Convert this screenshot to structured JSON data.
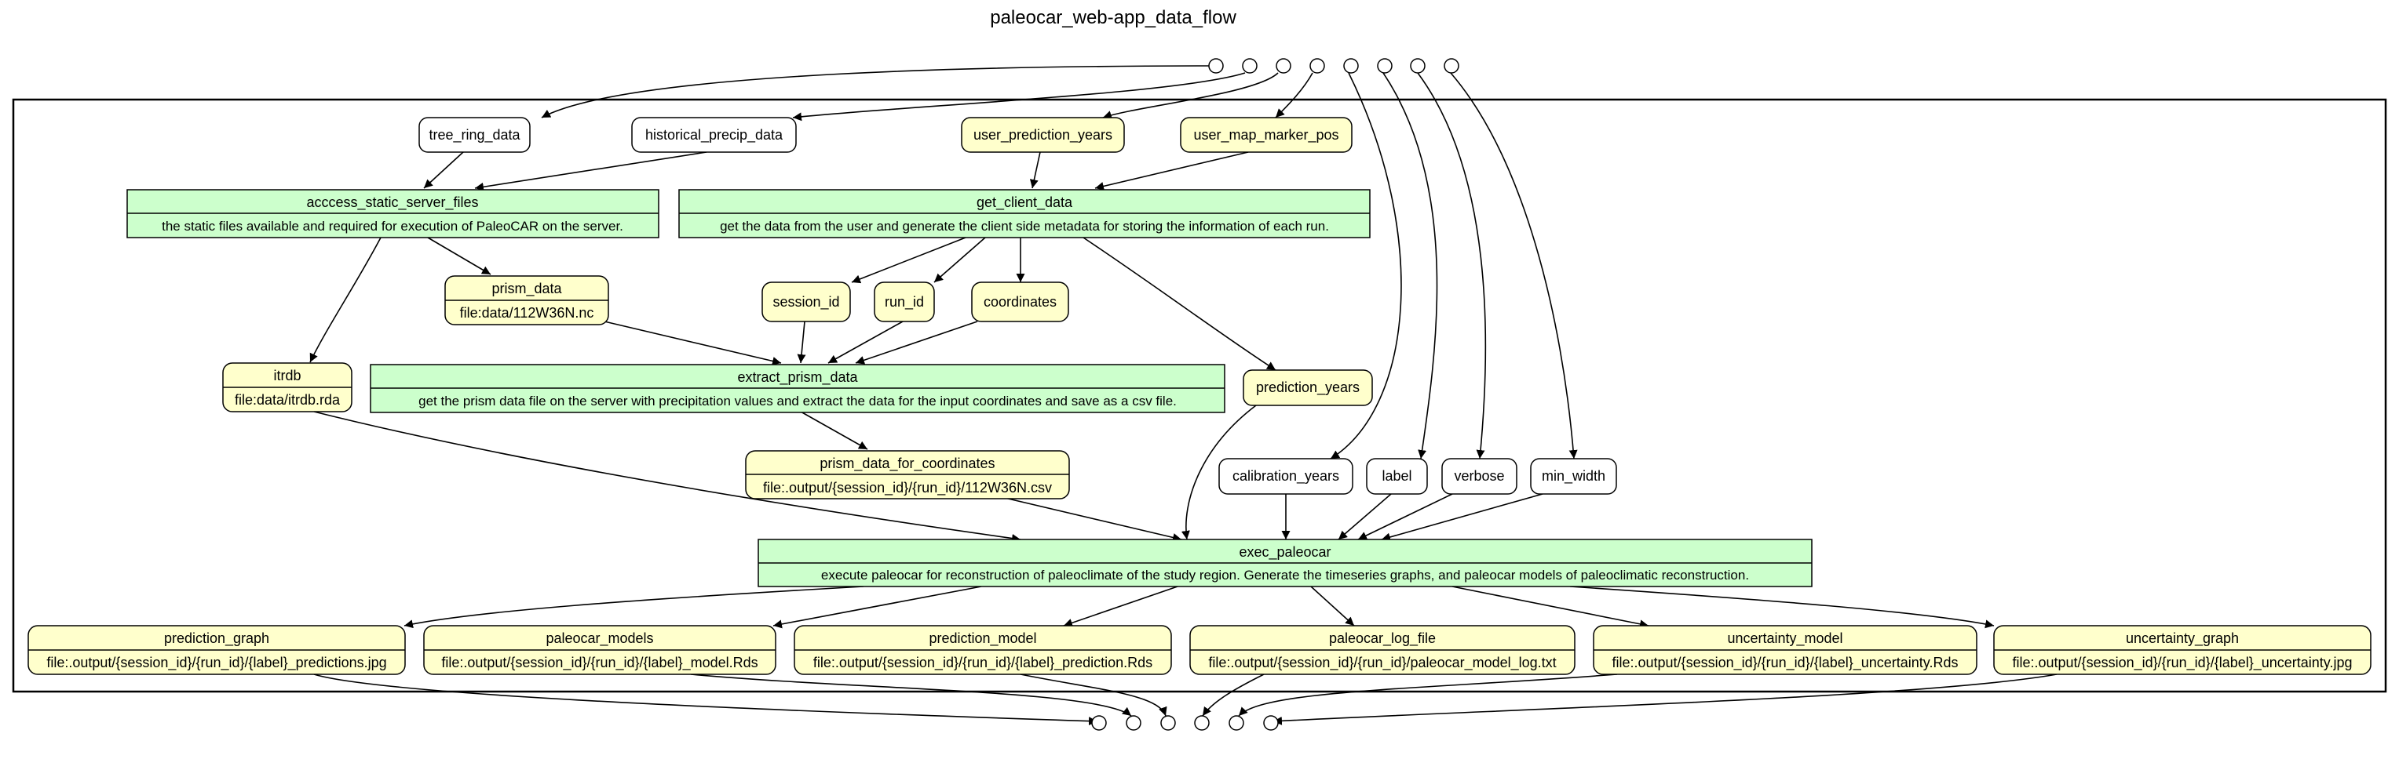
{
  "title": "paleocar_web-app_data_flow",
  "colors": {
    "process_fill": "#ccffcc",
    "data_fill": "#ffffcc",
    "param_fill": "#ffffff",
    "stroke": "#000000"
  },
  "processes": {
    "access": {
      "label": "acccess_static_server_files",
      "desc": "the static files available and required for execution of PaleoCAR on the server."
    },
    "client": {
      "label": "get_client_data",
      "desc": "get the data from the user and generate the client side metadata for storing the information of each run."
    },
    "extract": {
      "label": "extract_prism_data",
      "desc": "get the prism data file on the server with precipitation values and extract the data for the input coordinates and save as a csv file."
    },
    "exec": {
      "label": "exec_paleocar",
      "desc": "execute paleocar for reconstruction of paleoclimate of the study region. Generate the timeseries graphs, and paleocar models of paleoclimatic reconstruction."
    }
  },
  "params": {
    "tree_ring_data": "tree_ring_data",
    "historical_precip_data": "historical_precip_data",
    "calibration_years": "calibration_years",
    "label": "label",
    "verbose": "verbose",
    "min_width": "min_width"
  },
  "data": {
    "user_prediction_years": {
      "label": "user_prediction_years"
    },
    "user_map_marker_pos": {
      "label": "user_map_marker_pos"
    },
    "session_id": {
      "label": "session_id"
    },
    "run_id": {
      "label": "run_id"
    },
    "coordinates": {
      "label": "coordinates"
    },
    "prediction_years": {
      "label": "prediction_years"
    },
    "prism_data": {
      "label": "prism_data",
      "file": "file:data/112W36N.nc"
    },
    "itrdb": {
      "label": "itrdb",
      "file": "file:data/itrdb.rda"
    },
    "prism_data_for_coordinates": {
      "label": "prism_data_for_coordinates",
      "file": "file:.output/{session_id}/{run_id}/112W36N.csv"
    },
    "prediction_graph": {
      "label": "prediction_graph",
      "file": "file:.output/{session_id}/{run_id}/{label}_predictions.jpg"
    },
    "paleocar_models": {
      "label": "paleocar_models",
      "file": "file:.output/{session_id}/{run_id}/{label}_model.Rds"
    },
    "prediction_model": {
      "label": "prediction_model",
      "file": "file:.output/{session_id}/{run_id}/{label}_prediction.Rds"
    },
    "paleocar_log_file": {
      "label": "paleocar_log_file",
      "file": "file:.output/{session_id}/{run_id}/paleocar_model_log.txt"
    },
    "uncertainty_model": {
      "label": "uncertainty_model",
      "file": "file:.output/{session_id}/{run_id}/{label}_uncertainty.Rds"
    },
    "uncertainty_graph": {
      "label": "uncertainty_graph",
      "file": "file:.output/{session_id}/{run_id}/{label}_uncertainty.jpg"
    }
  }
}
